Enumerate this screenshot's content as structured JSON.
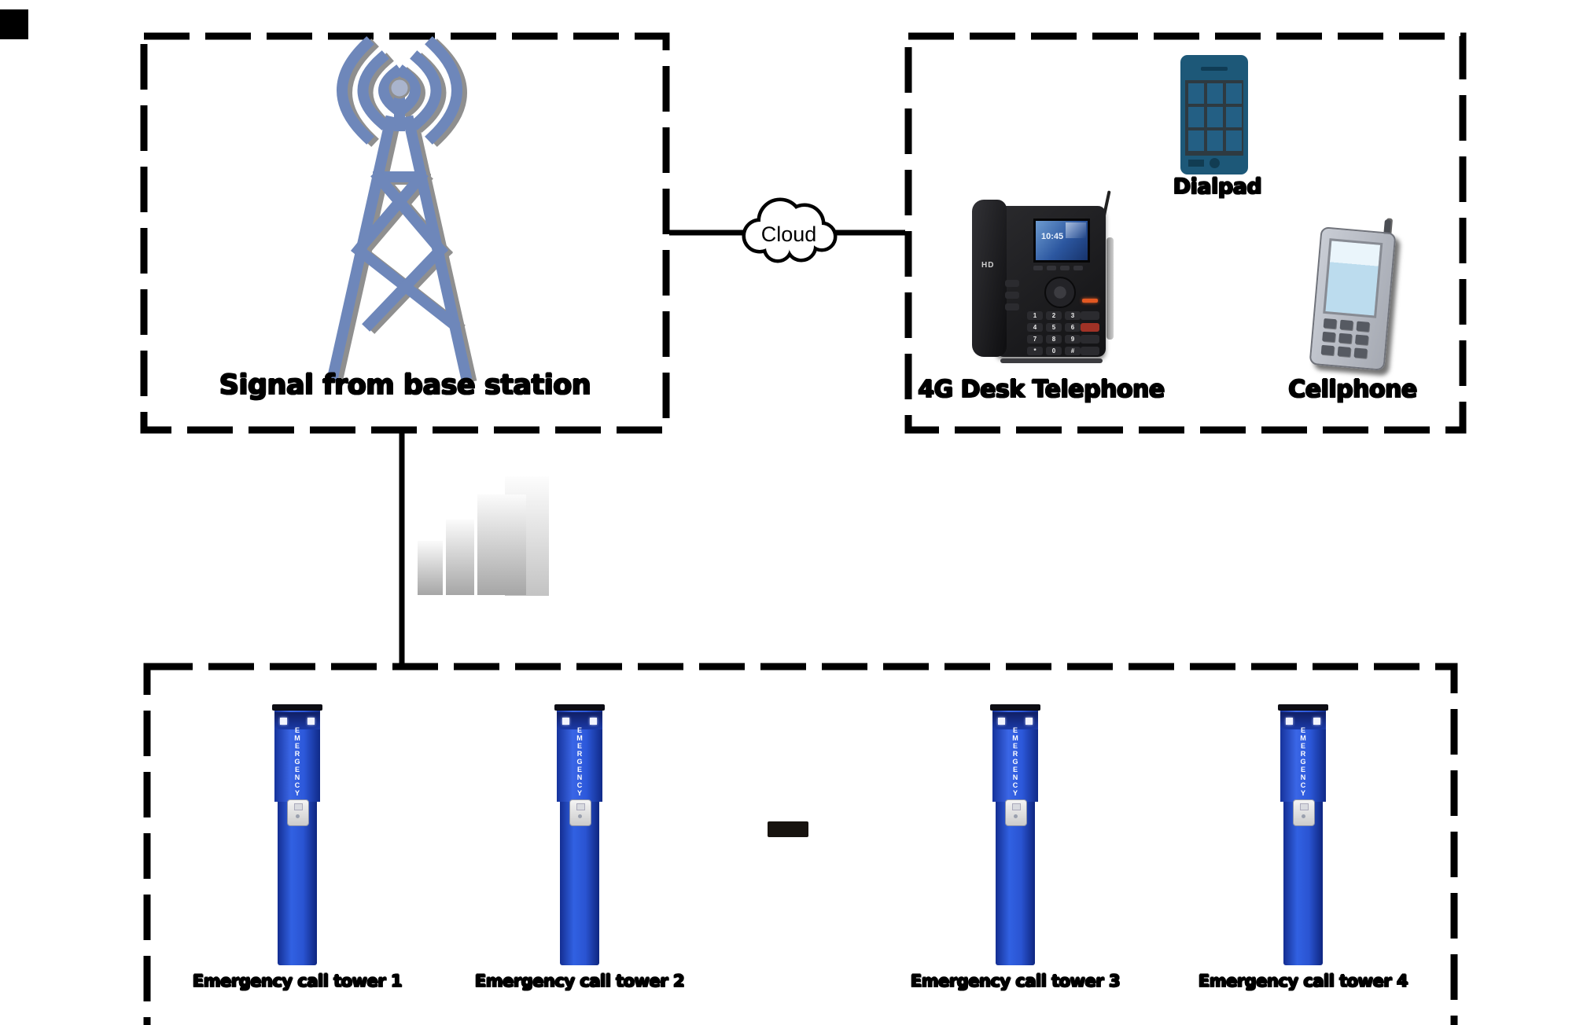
{
  "base_station_box": {
    "label": "Signal from base station"
  },
  "cloud": {
    "label": "Cloud"
  },
  "devices_box": {
    "dialpad": {
      "label": "Dialpad"
    },
    "desk_phone": {
      "label": "4G Desk Telephone",
      "brand": "HD",
      "screen_time": "10:45",
      "keys": [
        "1",
        "2",
        "3",
        "4",
        "5",
        "6",
        "7",
        "8",
        "9",
        "*",
        "0",
        "#"
      ]
    },
    "cellphone": {
      "label": "Cellphone"
    }
  },
  "towers_box": {
    "vertical_text": "EMERGENCY",
    "towers": [
      {
        "label": "Emergency call tower 1"
      },
      {
        "label": "Emergency call tower 2"
      },
      {
        "label": "Emergency call tower 3"
      },
      {
        "label": "Emergency call tower 4"
      }
    ]
  },
  "colors": {
    "emergency_tower_blue": "#2c58da",
    "antenna_slate_blue": "#6e87ba",
    "dialpad_teal": "#1d5878",
    "desk_phone_black": "#161618",
    "cellphone_gray": "#b8bcc4",
    "outline_black": "#000000"
  }
}
